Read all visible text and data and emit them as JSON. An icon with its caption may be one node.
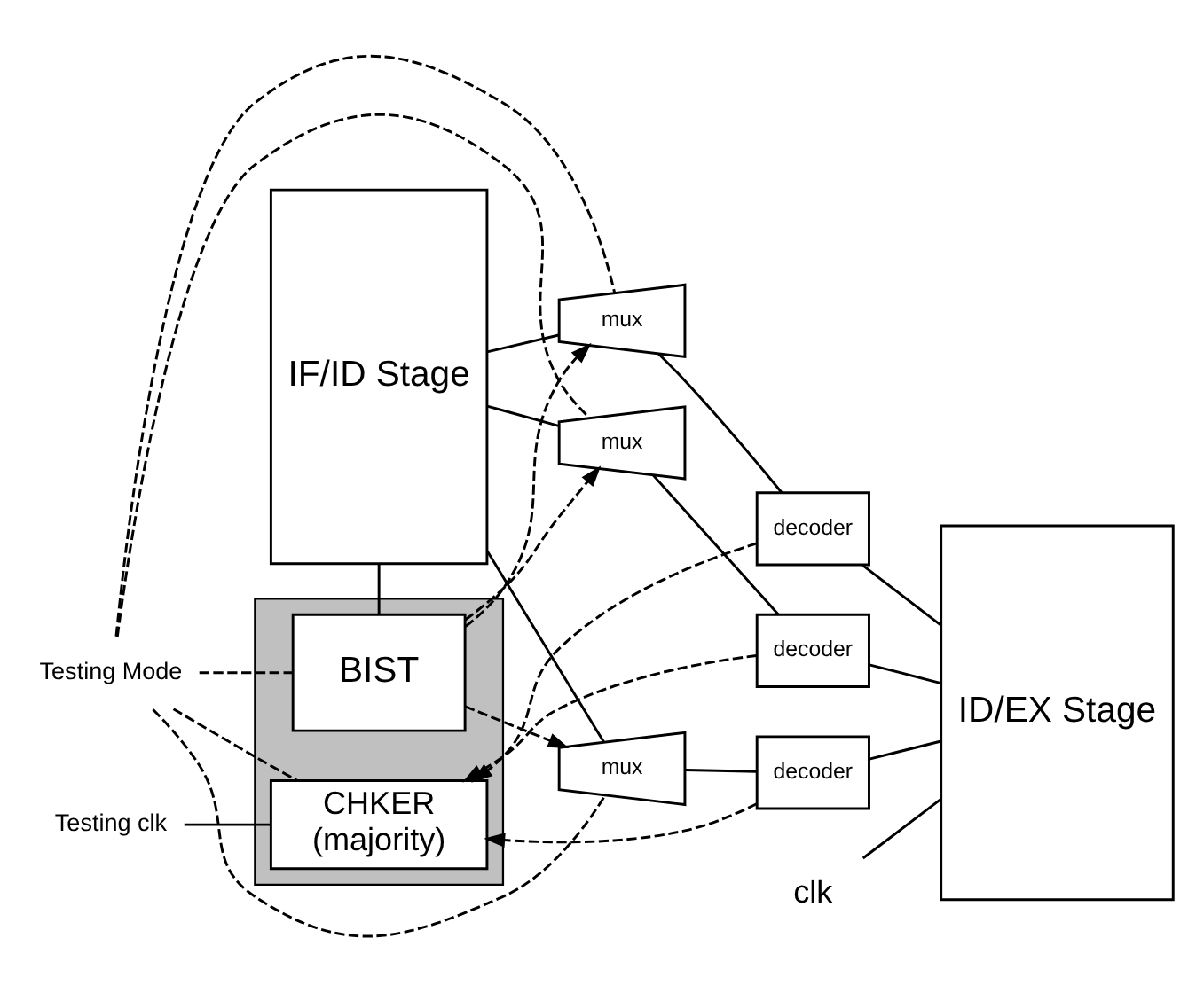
{
  "diagram": {
    "nodes": [
      {
        "text": [
          "IF/ID Stage"
        ]
      },
      {
        "text": [
          "mux"
        ]
      },
      {
        "text": [
          "mux"
        ]
      },
      {
        "text": [
          "mux"
        ]
      },
      {
        "text": [
          "decoder"
        ]
      },
      {
        "text": [
          "decoder"
        ]
      },
      {
        "text": [
          "decoder"
        ]
      },
      {
        "text": [
          "ID/EX Stage"
        ]
      },
      {
        "text": [
          "clk"
        ]
      },
      {
        "text": [],
        "shape": "box"
      },
      {
        "text": [
          "BIST"
        ],
        "in": 9
      },
      {
        "text": [
          "CHKER",
          "(majority)"
        ],
        "in": 9
      },
      {
        "text": [
          "Testing Mode"
        ]
      },
      {
        "text": [
          "Testing clk"
        ]
      }
    ],
    "edges": [
      {
        "from": 0,
        "to": 1,
        "arrow": "none"
      },
      {
        "from": 0,
        "to": 2,
        "arrow": "none"
      },
      {
        "from": 0,
        "to": 3,
        "arrow": "none"
      },
      {
        "from": 10,
        "to": 1,
        "arrow": "to",
        "style": "dashed"
      },
      {
        "from": 10,
        "to": 2,
        "arrow": "to",
        "style": "dashed"
      },
      {
        "from": 10,
        "to": 3,
        "arrow": "to",
        "style": "dashed"
      },
      {
        "from": 1,
        "to": 4,
        "arrow": "none"
      },
      {
        "from": 2,
        "to": 5,
        "arrow": "none"
      },
      {
        "from": 3,
        "to": 6,
        "arrow": "none"
      },
      {
        "from": 4,
        "to": 7,
        "arrow": "none"
      },
      {
        "from": 5,
        "to": 7,
        "arrow": "none"
      },
      {
        "from": 6,
        "to": 7,
        "arrow": "none"
      },
      {
        "from": 4,
        "to": 11,
        "arrow": "to",
        "style": "dashed"
      },
      {
        "from": 5,
        "to": 11,
        "arrow": "to",
        "style": "dashed"
      },
      {
        "from": 6,
        "to": 11,
        "arrow": "to",
        "style": "dashed"
      },
      {
        "from": 10,
        "to": 0,
        "arrow": "none"
      },
      {
        "from": 8,
        "to": 7,
        "arrow": "none"
      },
      {
        "from": 12,
        "to": 10,
        "arrow": "none",
        "style": "dashed"
      },
      {
        "from": 12,
        "to": 1,
        "arrow": "none",
        "style": "dashed"
      },
      {
        "from": 12,
        "to": 2,
        "arrow": "none",
        "style": "dashed"
      },
      {
        "from": 12,
        "to": 3,
        "arrow": "none",
        "style": "dashed"
      },
      {
        "from": 12,
        "to": 11,
        "arrow": "none",
        "style": "dashed"
      },
      {
        "from": 13,
        "to": 11,
        "arrow": "none"
      }
    ]
  }
}
